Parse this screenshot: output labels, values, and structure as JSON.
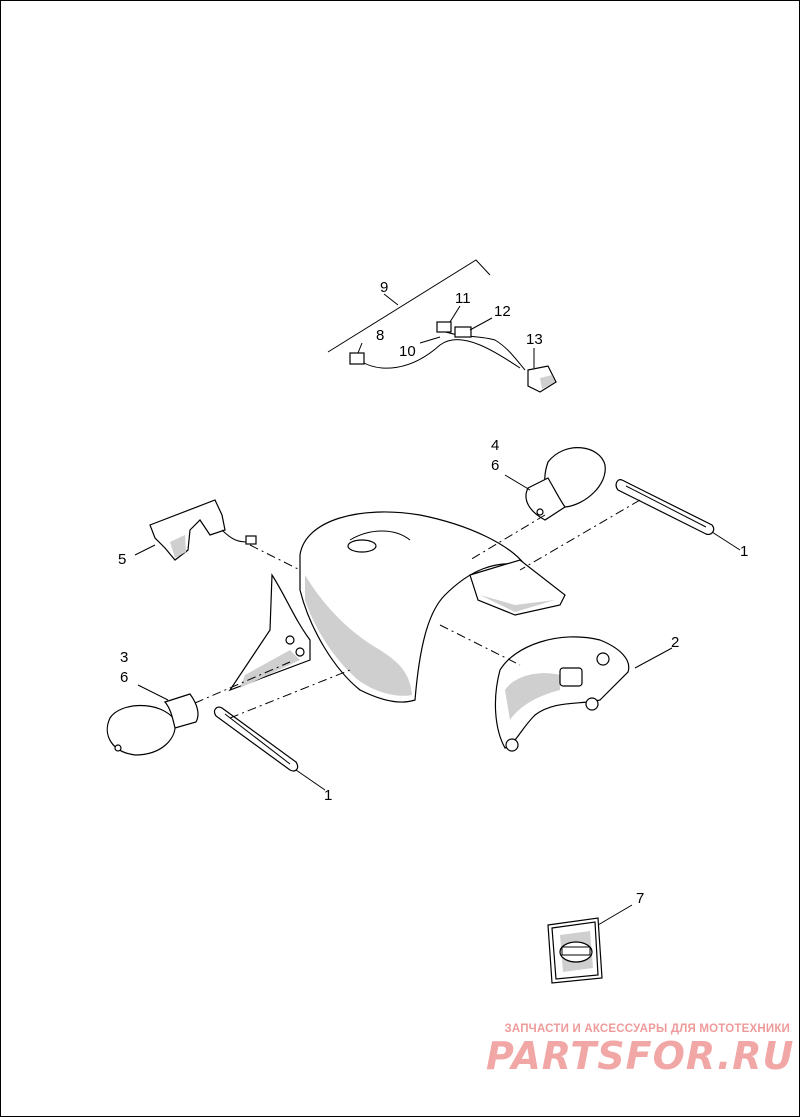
{
  "callouts": {
    "c1a": "1",
    "c1b": "1",
    "c2": "2",
    "c3": "3",
    "c4": "4",
    "c5": "5",
    "c6a": "6",
    "c6b": "6",
    "c7": "7",
    "c8": "8",
    "c9": "9",
    "c10": "10",
    "c11": "11",
    "c12": "12",
    "c13": "13"
  },
  "watermark": {
    "tagline": "ЗАПЧАСТИ И АКСЕССУАРЫ ДЛЯ МОТОТЕХНИКИ",
    "brand": "PARTSFOR.RU"
  },
  "colors": {
    "line": "#000000",
    "watermark": "#f2a7a7"
  }
}
